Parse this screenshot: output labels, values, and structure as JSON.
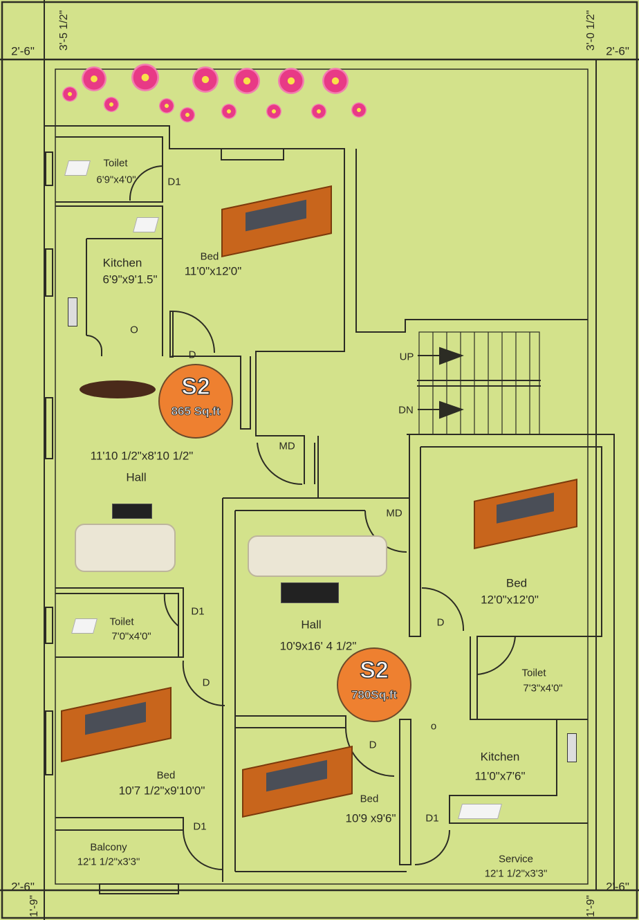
{
  "dimensions": {
    "top_left": "2'-6\"",
    "top_right": "2'-6\"",
    "bottom_left": "2'-6\"",
    "bottom_right": "2'-6\"",
    "top_offset_left": "3'-5 1/2\"",
    "top_offset_right": "3'-0 1/2\"",
    "bottom_offset_left": "1'-9\"",
    "bottom_offset_right": "1'-9\""
  },
  "units": [
    {
      "code": "S2",
      "area": "865 Sq.ft"
    },
    {
      "code": "S2",
      "area": "780Sq.ft"
    }
  ],
  "rooms": {
    "toilet1": {
      "name": "Toilet",
      "size": "6'9\"x4'0\""
    },
    "kitchen1": {
      "name": "Kitchen",
      "size": "6'9\"x9'1.5\""
    },
    "bed1": {
      "name": "Bed",
      "size": "11'0\"x12'0\""
    },
    "hall1": {
      "name": "Hall",
      "size": "11'10 1/2\"x8'10 1/2\""
    },
    "toilet2": {
      "name": "Toilet",
      "size": "7'0\"x4'0\""
    },
    "bed2": {
      "name": "Bed",
      "size": "10'7 1/2\"x9'10'0\""
    },
    "balcony": {
      "name": "Balcony",
      "size": "12'1 1/2\"x3'3\""
    },
    "bed3": {
      "name": "Bed",
      "size": "12'0\"x12'0\""
    },
    "hall2": {
      "name": "Hall",
      "size": "10'9x16' 4 1/2\""
    },
    "toilet3": {
      "name": "Toilet",
      "size": "7'3\"x4'0\""
    },
    "kitchen2": {
      "name": "Kitchen",
      "size": "11'0\"x7'6\""
    },
    "bed4": {
      "name": "Bed",
      "size": "10'9 x9'6\""
    },
    "service": {
      "name": "Service",
      "size": "12'1 1/2\"x3'3\""
    }
  },
  "doors": {
    "d1": "D1",
    "d": "D",
    "md": "MD",
    "o": "O",
    "o_small": "o"
  },
  "stairs": {
    "up": "UP",
    "down": "DN"
  }
}
